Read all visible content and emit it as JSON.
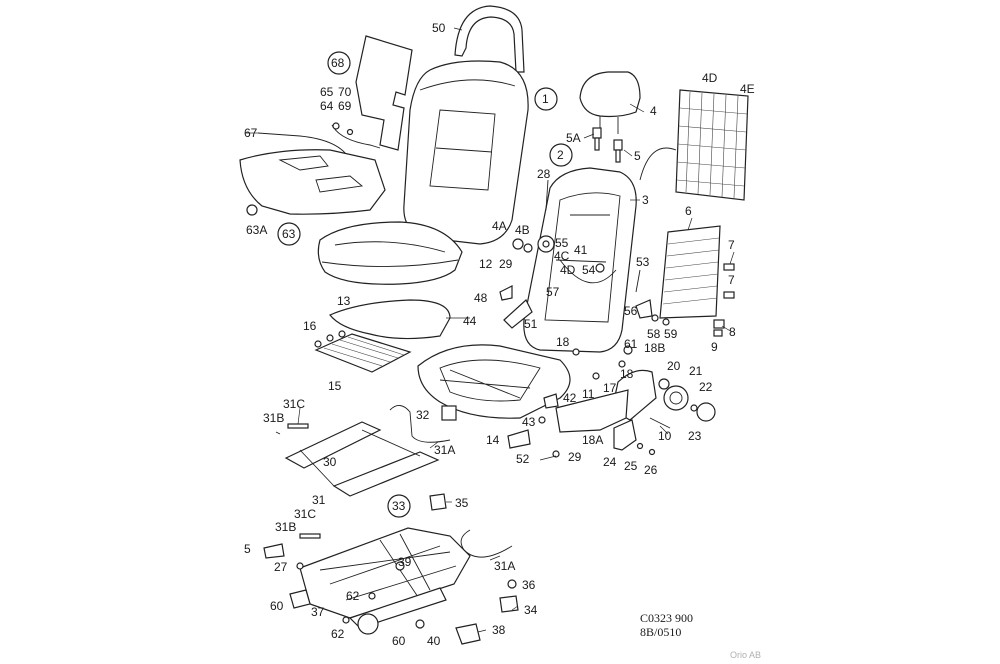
{
  "labels": {
    "l50": "50",
    "l68": "68",
    "l65": "65",
    "l70": "70",
    "l64": "64",
    "l69": "69",
    "l67": "67",
    "l63A": "63A",
    "l63": "63",
    "l1": "1",
    "l2": "2",
    "l4": "4",
    "l4D_top": "4D",
    "l4E": "4E",
    "l5A": "5A",
    "l5": "5",
    "l28": "28",
    "l3": "3",
    "l6": "6",
    "l4A": "4A",
    "l4B": "4B",
    "l55": "55",
    "l41": "41",
    "l4C": "4C",
    "l12": "12",
    "l29_top": "29",
    "l4D_mid": "4D",
    "l54": "54",
    "l53": "53",
    "l7a": "7",
    "l7b": "7",
    "l57": "57",
    "l13": "13",
    "l48": "48",
    "l44": "44",
    "l56": "56",
    "l8": "8",
    "l51": "51",
    "l58": "58",
    "l59": "59",
    "l9": "9",
    "l16": "16",
    "l18": "18",
    "l61": "61",
    "l18B": "18B",
    "l15": "15",
    "l20": "20",
    "l21": "21",
    "l18_mid": "18",
    "l17": "17",
    "l22": "22",
    "l11": "11",
    "l42": "42",
    "l31C": "31C",
    "l31B": "31B",
    "l32": "32",
    "l43": "43",
    "l10": "10",
    "l23": "23",
    "l14": "14",
    "l18A": "18A",
    "l30": "30",
    "l31A": "31A",
    "l52": "52",
    "l29_bot": "29",
    "l24": "24",
    "l25": "25",
    "l26": "26",
    "l31": "31",
    "l33": "33",
    "l35": "35",
    "l31C_b": "31C",
    "l31B_b": "31B",
    "l5_left": "5",
    "l39": "39",
    "l27": "27",
    "l31A_b": "31A",
    "l36": "36",
    "l62a": "62",
    "l60a": "60",
    "l37": "37",
    "l34": "34",
    "l62b": "62",
    "l60b": "60",
    "l40": "40",
    "l38": "38"
  },
  "reference": {
    "code": "C0323 900",
    "sheet": "8B/0510"
  },
  "watermark": "Orio AB"
}
